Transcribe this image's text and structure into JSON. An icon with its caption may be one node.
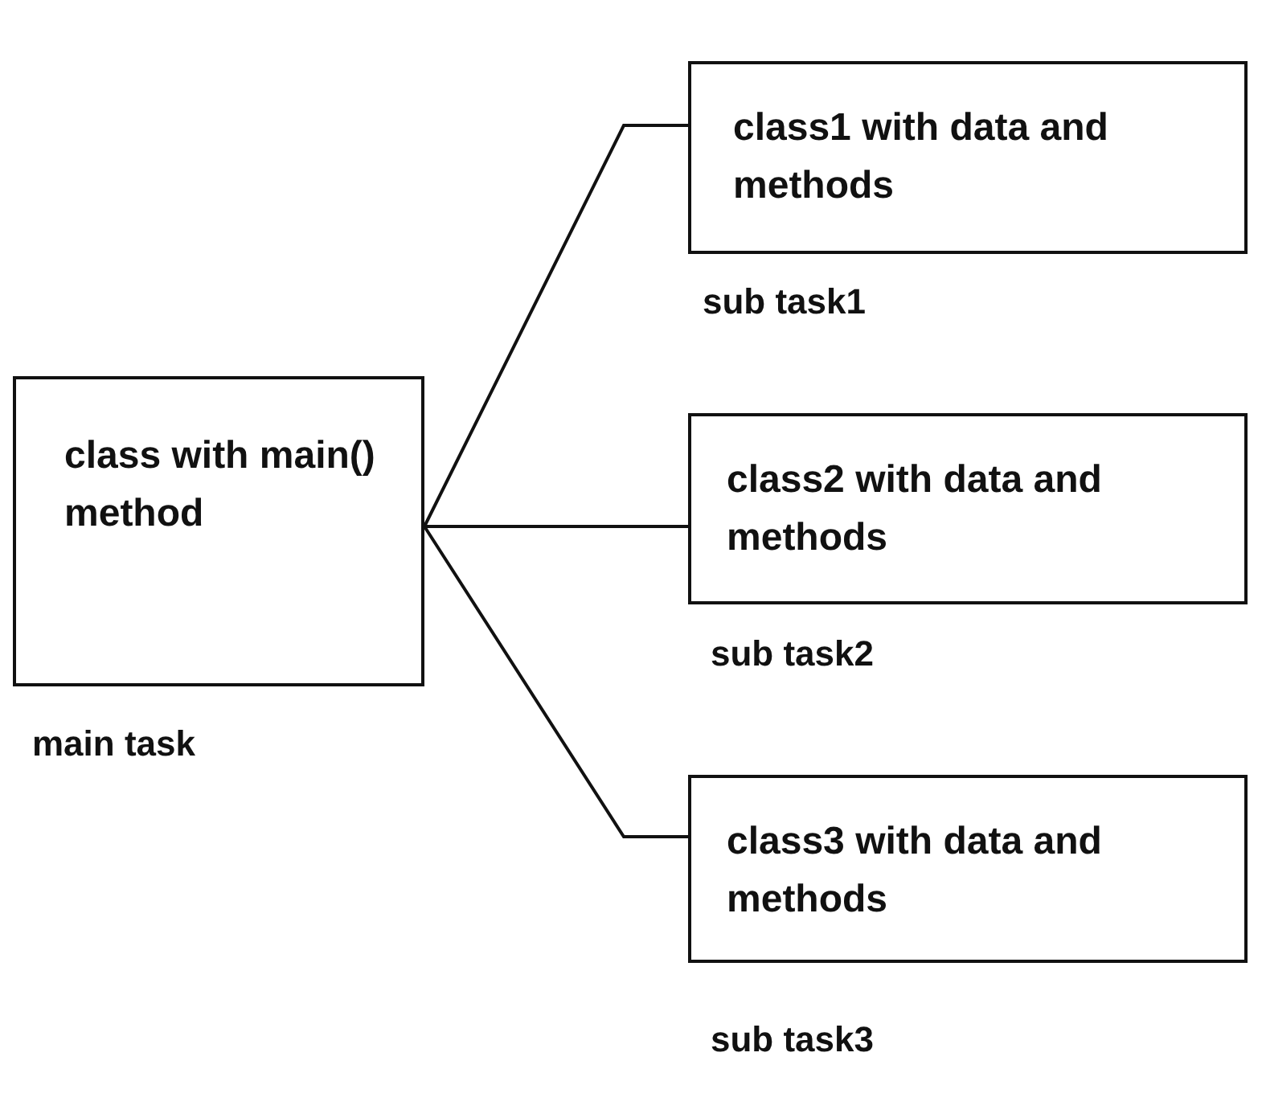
{
  "diagram": {
    "nodes": [
      {
        "text": [
          "class with main() method"
        ],
        "beside": [
          "main task"
        ]
      },
      {
        "text": [
          "class1 with data and methods"
        ],
        "beside": [
          "sub task1"
        ]
      },
      {
        "text": [
          "class2 with data and methods"
        ],
        "beside": [
          "sub task2"
        ]
      },
      {
        "text": [
          "class3 with data and methods"
        ],
        "beside": [
          "sub task3"
        ]
      }
    ],
    "edges": [
      {
        "from": 0,
        "to": 1,
        "arrow": "none"
      },
      {
        "from": 0,
        "to": 2,
        "arrow": "none"
      },
      {
        "from": 0,
        "to": 3,
        "arrow": "none"
      }
    ]
  }
}
